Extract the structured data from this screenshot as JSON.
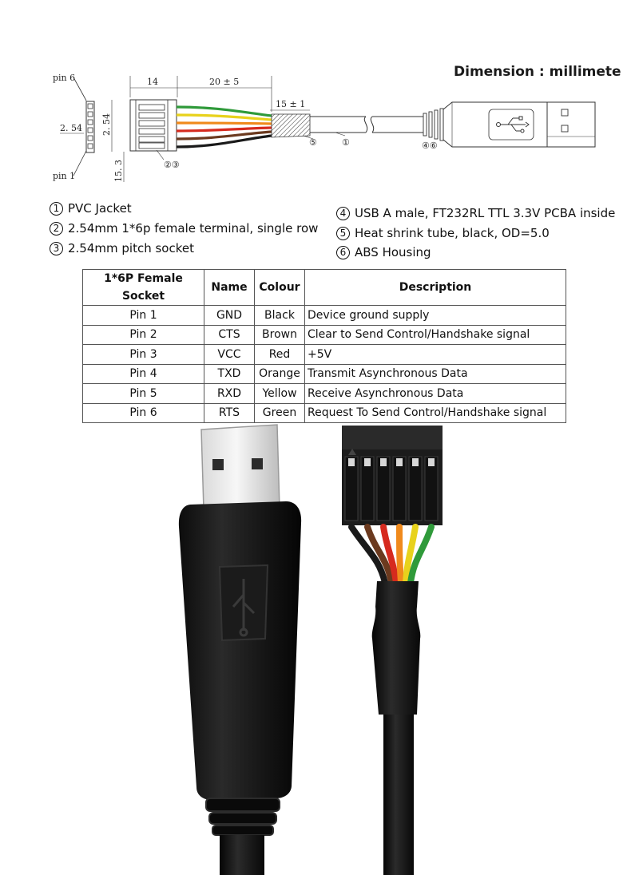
{
  "drawing": {
    "title": "Dimension : millimete",
    "labels": {
      "pin6": "pin 6",
      "pin1": "pin 1",
      "pitch_left": "2. 54",
      "pitch_vertical": "2. 54",
      "height": "15. 3",
      "dim_14": "14",
      "dim_20": "20 ± 5",
      "dim_15": "15 ± 1",
      "callout_23": "②③",
      "callout_5": "⑤",
      "callout_1": "①",
      "callout_46": "④⑥"
    }
  },
  "legend": {
    "left": [
      {
        "num": "1",
        "text": "PVC Jacket"
      },
      {
        "num": "2",
        "text": "2.54mm 1*6p female terminal, single row"
      },
      {
        "num": "3",
        "text": "2.54mm pitch socket"
      }
    ],
    "right": [
      {
        "num": "4",
        "text": "USB A male, FT232RL TTL 3.3V PCBA inside"
      },
      {
        "num": "5",
        "text": "Heat shrink tube, black, OD=5.0"
      },
      {
        "num": "6",
        "text": "ABS Housing"
      }
    ]
  },
  "table": {
    "headers": [
      "1*6P Female Socket",
      "Name",
      "Colour",
      "Description"
    ],
    "rows": [
      [
        "Pin 1",
        "GND",
        "Black",
        "Device ground supply"
      ],
      [
        "Pin 2",
        "CTS",
        "Brown",
        "Clear to Send Control/Handshake signal"
      ],
      [
        "Pin 3",
        "VCC",
        "Red",
        "+5V"
      ],
      [
        "Pin 4",
        "TXD",
        "Orange",
        "Transmit Asynchronous Data"
      ],
      [
        "Pin 5",
        "RXD",
        "Yellow",
        "Receive Asynchronous Data"
      ],
      [
        "Pin 6",
        "RTS",
        "Green",
        "Request To Send Control/Handshake signal"
      ]
    ]
  },
  "wire_colors": {
    "black": "#1a1a1a",
    "brown": "#6b3a1f",
    "red": "#d62a1e",
    "orange": "#f08a1c",
    "yellow": "#e8d21c",
    "green": "#2f9a3a"
  }
}
